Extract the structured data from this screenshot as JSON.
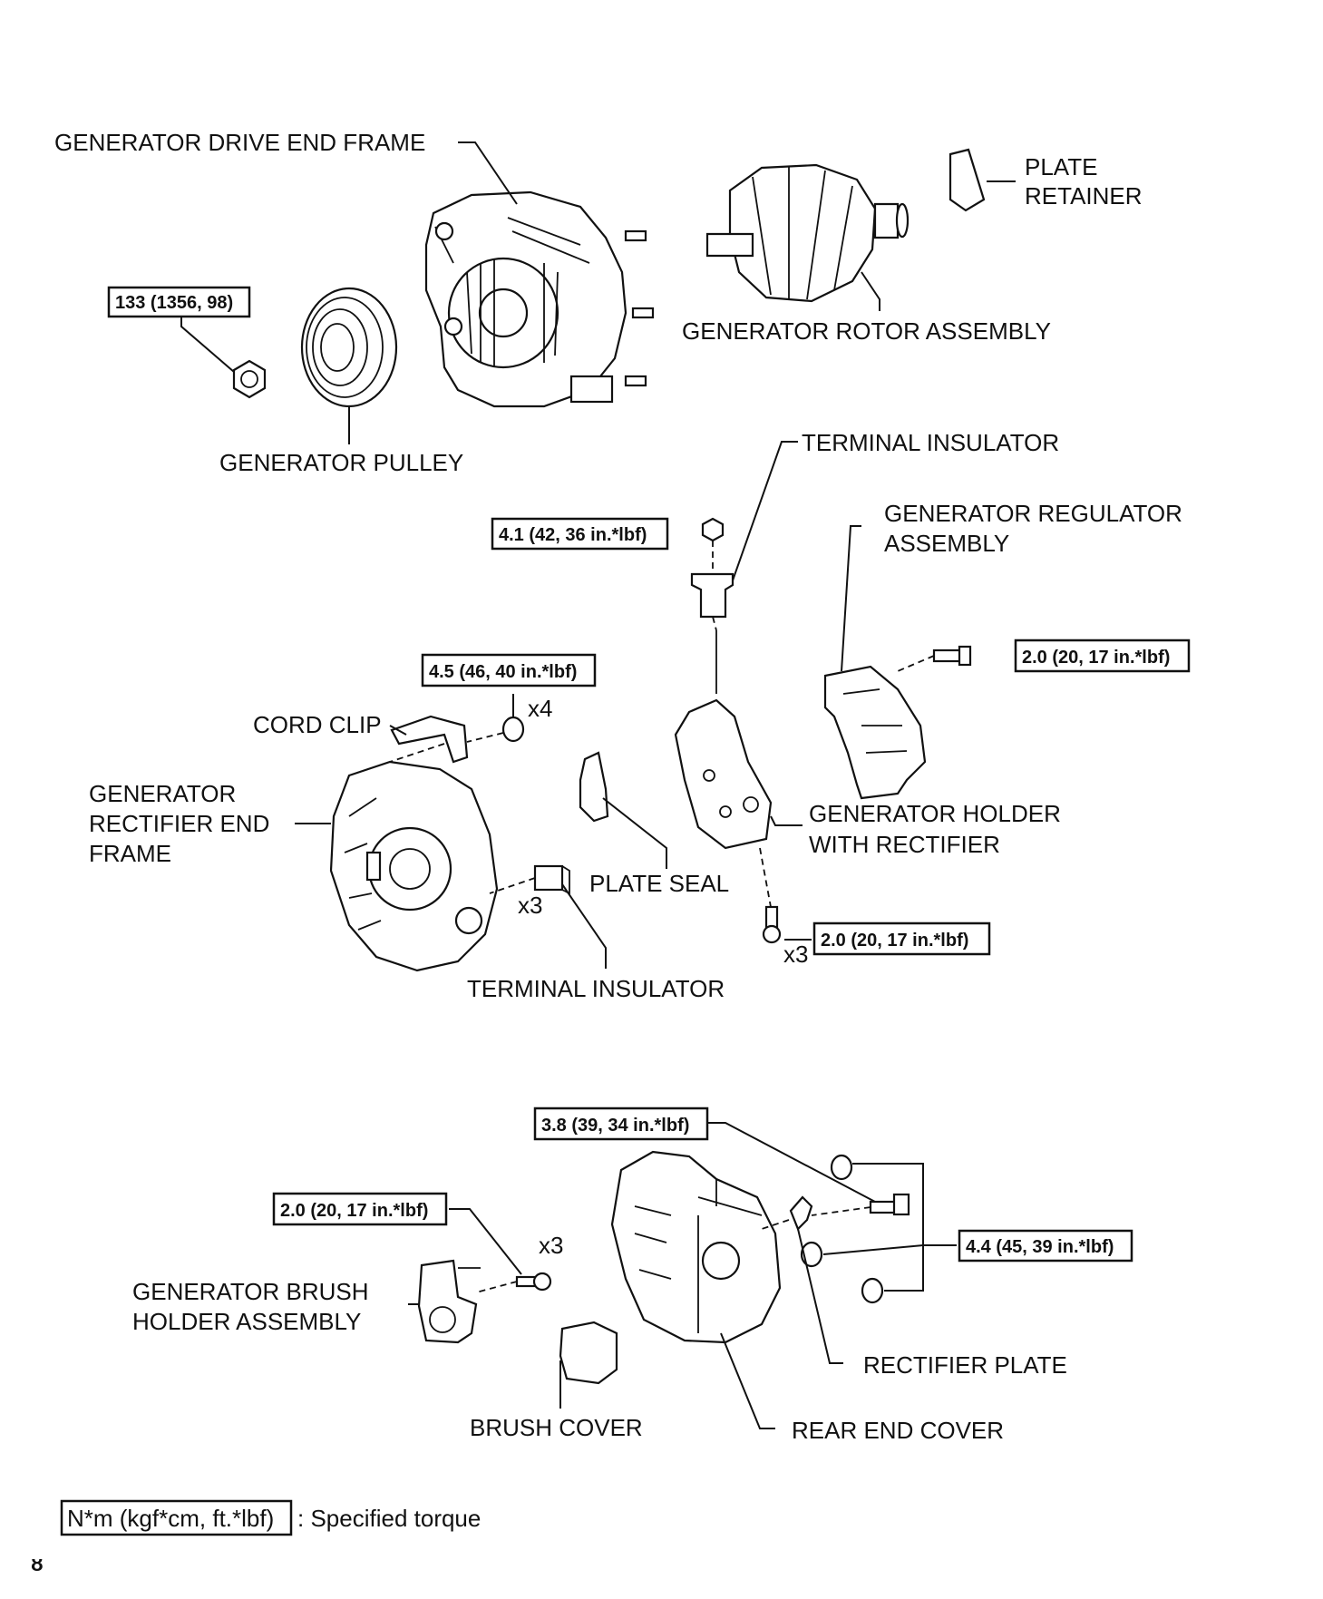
{
  "labels": {
    "drive_end_frame": "GENERATOR DRIVE END FRAME",
    "plate_retainer_1": "PLATE",
    "plate_retainer_2": "RETAINER",
    "rotor_assembly": "GENERATOR ROTOR ASSEMBLY",
    "pulley": "GENERATOR PULLEY",
    "terminal_insulator_top": "TERMINAL INSULATOR",
    "regulator_1": "GENERATOR REGULATOR",
    "regulator_2": "ASSEMBLY",
    "cord_clip": "CORD CLIP",
    "rectifier_end_frame_1": "GENERATOR",
    "rectifier_end_frame_2": "RECTIFIER END",
    "rectifier_end_frame_3": "FRAME",
    "holder_rectifier_1": "GENERATOR HOLDER",
    "holder_rectifier_2": "WITH RECTIFIER",
    "plate_seal": "PLATE SEAL",
    "terminal_insulator_bottom": "TERMINAL INSULATOR",
    "brush_holder_1": "GENERATOR BRUSH",
    "brush_holder_2": "HOLDER ASSEMBLY",
    "brush_cover": "BRUSH COVER",
    "rear_end_cover": "REAR END COVER",
    "rectifier_plate": "RECTIFIER PLATE"
  },
  "torques": {
    "pulley_nut": "133 (1356, 98)",
    "terminal_nut": "4.1 (42, 36 in.*lbf)",
    "regulator_screw": "2.0 (20, 17 in.*lbf)",
    "frame_nut": "4.5 (46, 40 in.*lbf)",
    "holder_screw": "2.0 (20, 17 in.*lbf)",
    "rear_cover_bolt": "3.8 (39, 34 in.*lbf)",
    "brush_screw": "2.0 (20, 17 in.*lbf)",
    "rear_cover_nut": "4.4 (45, 39 in.*lbf)"
  },
  "quantities": {
    "frame_nut": "x4",
    "terminal_insulator": "x3",
    "holder_screw": "x3",
    "brush_screw": "x3"
  },
  "legend": {
    "unit_box": "N*m (kgf*cm, ft.*lbf)",
    "text": ": Specified torque"
  },
  "corner_mark": "ᴕ"
}
